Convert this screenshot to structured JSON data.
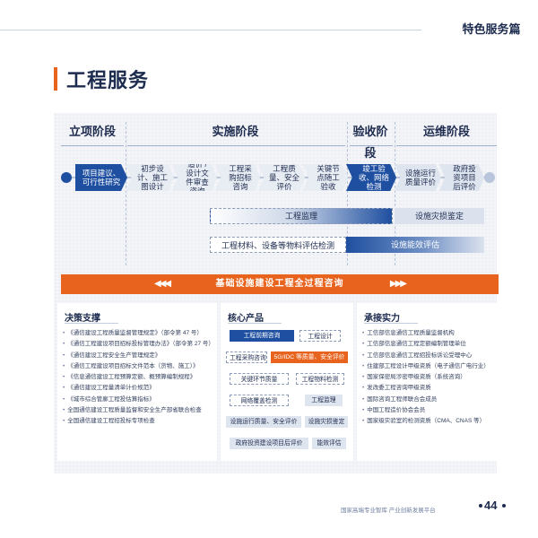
{
  "header": {
    "section_tag": "特色服务篇",
    "page_title": "工程服务"
  },
  "stages": [
    "立项阶段",
    "实施阶段",
    "验收阶段",
    "运维阶段"
  ],
  "timeline": [
    "项目建议、可行性研究",
    "初步设计、施工图设计",
    "造价 / 设计文件审查咨询",
    "工程采购招标咨询",
    "工程质量、安全评价",
    "关键节点随工验收",
    "竣工验收、网络检测",
    "设施运行质量评价",
    "政府投资项目后评价"
  ],
  "bars": {
    "supervision": "工程监理",
    "disaster": "设施灾损鉴定",
    "materials": "工程材料、设备等物料评估检测",
    "energy": "设施能效评估"
  },
  "banner": "基础设施建设工程全过程咨询",
  "decision": {
    "title": "决策支撑",
    "items": [
      "《通信建设工程质量监督管理规定》（部令第 47 号）",
      "《通信工程建设项目招标投标管理办法》（部令第 27 号）",
      "《通信建设工程安全生产管理规定》",
      "《通信工程建设项目招标文件范本（货物、施工）》",
      "《信息通信建设工程预算定额、概预算编制规程》",
      "《通信建设工程量清单计价规范》",
      "《城市综合管廊工程投估算指标》",
      "全国通信建设工程质量监督和安全生产部省联合检查",
      "全国通信建设工程招投标专项检查"
    ]
  },
  "products": {
    "title": "核心产品",
    "items": [
      "工程前期咨询",
      "工程设计",
      "工程采购咨询",
      "5G/IDC 等质量、安全评价",
      "关键环节质量",
      "工程物料检测",
      "网络覆盖检测",
      "工程监理",
      "设施运行质量、安全评价",
      "设施灾损鉴定",
      "政府投资建设项目后评价",
      "能效评估"
    ]
  },
  "capabilities": {
    "title": "承接实力",
    "items": [
      "工信部信息通信工程质量监督机构",
      "工信部信息通信工程定额编制管理单位",
      "工信部信息通信工程招投标诉讼受理中心",
      "住建部工程设计甲级资质（电子通信广电行业）",
      "国家保密局涉密甲级资质（系统咨询）",
      "发改委工程咨询甲级资质",
      "国际咨询工程师联合会成员",
      "中国工程造价协会会员",
      "国家级实验室的检测资质（CMA、CNAS 等）"
    ]
  },
  "footer": {
    "text": "国家高端专业智库  产业创新发展平台",
    "page": "44"
  },
  "colors": {
    "navy": "#1d2b4f",
    "blue": "#1f4fa0",
    "orange": "#e8641e",
    "light": "#dfe5ef"
  }
}
